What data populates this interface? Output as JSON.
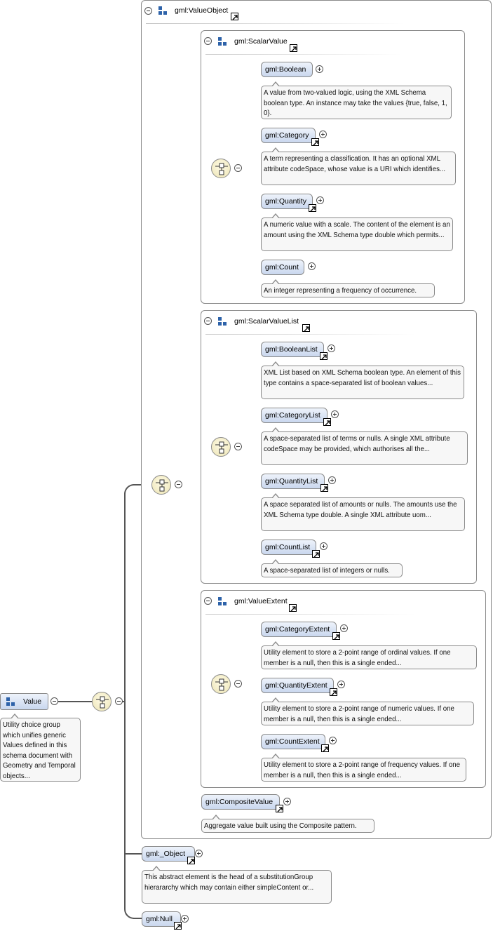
{
  "root": {
    "label": "Value",
    "doc": "Utility choice group which unifies generic Values defined in this schema document with Geometry and Temporal objects..."
  },
  "groups": {
    "value_object": {
      "label": "gml:ValueObject"
    },
    "scalar_value": {
      "label": "gml:ScalarValue"
    },
    "scalar_value_list": {
      "label": "gml:ScalarValueList"
    },
    "value_extent": {
      "label": "gml:ValueExtent"
    }
  },
  "elements": {
    "boolean": {
      "label": "gml:Boolean",
      "doc": "A value from two-valued logic, using the XML Schema boolean type. An instance may take the values {true, false, 1, 0}."
    },
    "category": {
      "label": "gml:Category",
      "doc": "A term representing a classification. It has an optional XML attribute codeSpace, whose value is a URI which identifies..."
    },
    "quantity": {
      "label": "gml:Quantity",
      "doc": "A numeric value with a scale. The content of the element is an amount using the XML Schema type double which permits..."
    },
    "count": {
      "label": "gml:Count",
      "doc": "An integer representing a frequency of occurrence."
    },
    "boolean_list": {
      "label": "gml:BooleanList",
      "doc": "XML List based on XML Schema boolean type. An element of this type contains a space-separated list of boolean values..."
    },
    "category_list": {
      "label": "gml:CategoryList",
      "doc": "A space-separated list of terms or nulls. A single XML attribute codeSpace may be provided, which authorises all the..."
    },
    "quantity_list": {
      "label": "gml:QuantityList",
      "doc": "A space separated list of amounts or nulls. The amounts use the XML Schema type double. A single XML attribute uom..."
    },
    "count_list": {
      "label": "gml:CountList",
      "doc": "A space-separated list of integers or nulls."
    },
    "category_extent": {
      "label": "gml:CategoryExtent",
      "doc": "Utility element to store a 2-point range of ordinal values. If one member is a null, then this is a single ended..."
    },
    "quantity_extent": {
      "label": "gml:QuantityExtent",
      "doc": "Utility element to store a 2-point range of numeric values. If one member is a null, then this is a single ended..."
    },
    "count_extent": {
      "label": "gml:CountExtent",
      "doc": "Utility element to store a 2-point range of frequency values. If one member is a null, then this is a single ended..."
    },
    "composite_value": {
      "label": "gml:CompositeValue",
      "doc": "Aggregate value built using the Composite pattern."
    },
    "object": {
      "label": "gml:_Object",
      "doc": "This abstract element is the head of a substitutionGroup hierararchy which may contain either simpleContent or..."
    },
    "null": {
      "label": "gml:Null"
    }
  },
  "icons": {
    "choice": "choice-compositor-icon",
    "complex_type": "complex-type-icon",
    "reference": "reference-arrow-icon",
    "expand": "expand-plus-icon",
    "collapse": "collapse-minus-icon"
  },
  "colors": {
    "element_fill": "#c9d7ee",
    "choice_fill": "#ece4b4",
    "connector": "#555555",
    "type_icon": "#2d62a9"
  }
}
